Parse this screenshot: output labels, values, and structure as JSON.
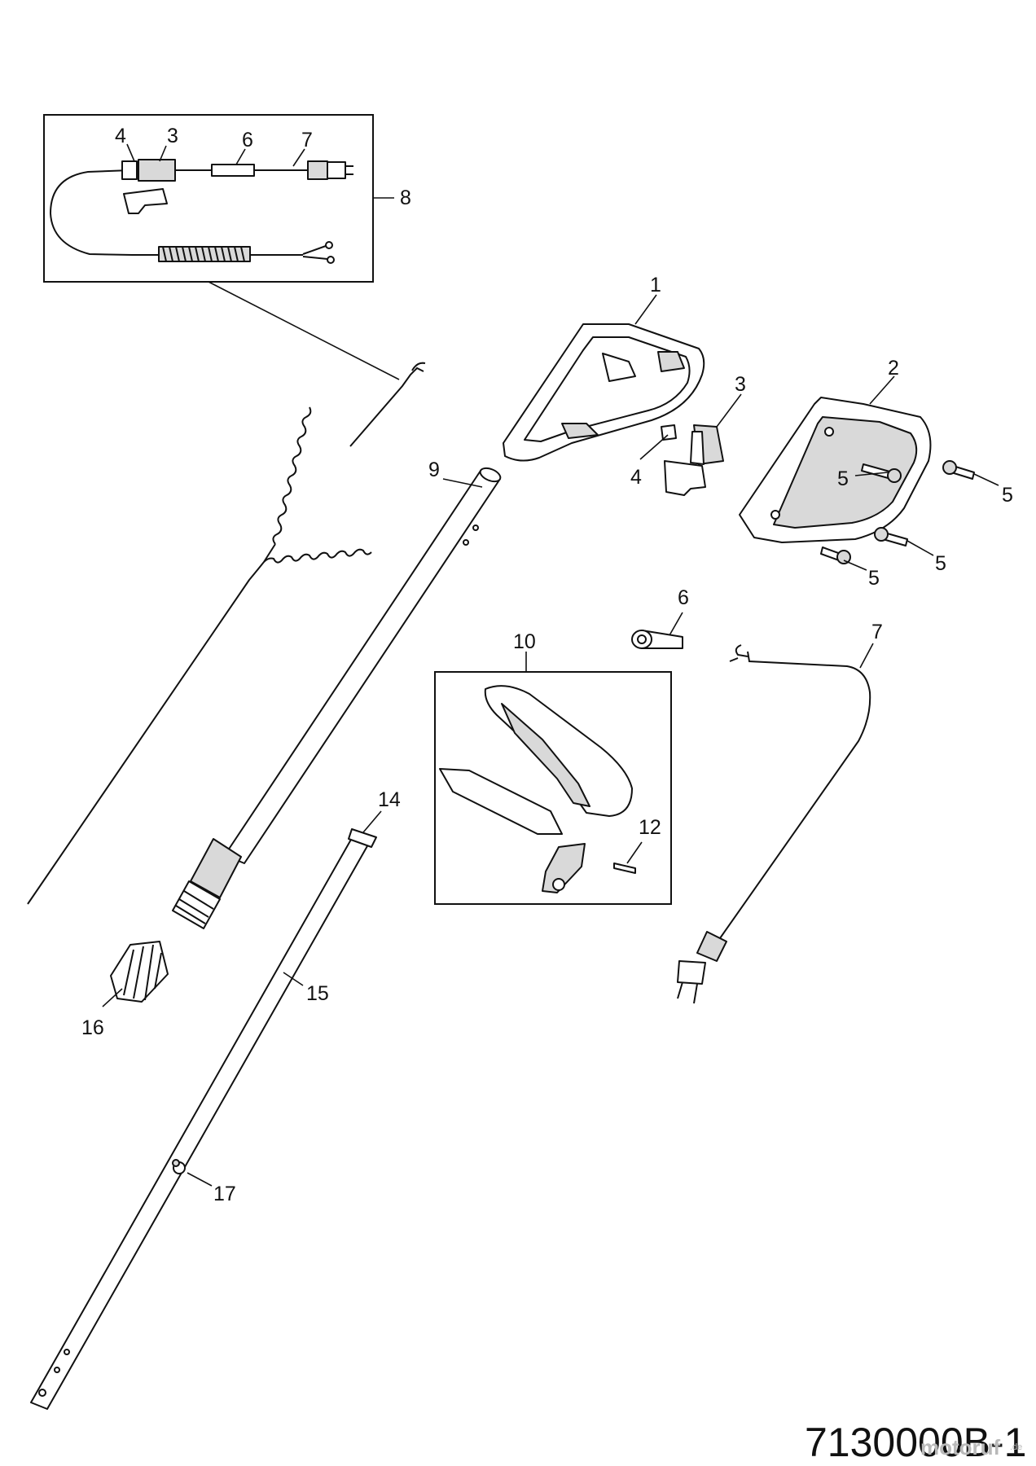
{
  "diagram_code": "7130000B-1",
  "watermark": "motoruf",
  "watermark_suffix": ".de",
  "callouts": {
    "inset_4": "4",
    "inset_3": "3",
    "inset_6": "6",
    "inset_7": "7",
    "inset_8": "8",
    "part_1": "1",
    "part_2": "2",
    "part_3": "3",
    "part_4": "4",
    "part_5a": "5",
    "part_5b": "5",
    "part_5c": "5",
    "part_5d": "5",
    "part_6": "6",
    "part_7": "7",
    "part_9": "9",
    "part_10": "10",
    "part_12": "12",
    "part_14": "14",
    "part_15": "15",
    "part_16": "16",
    "part_17": "17"
  }
}
